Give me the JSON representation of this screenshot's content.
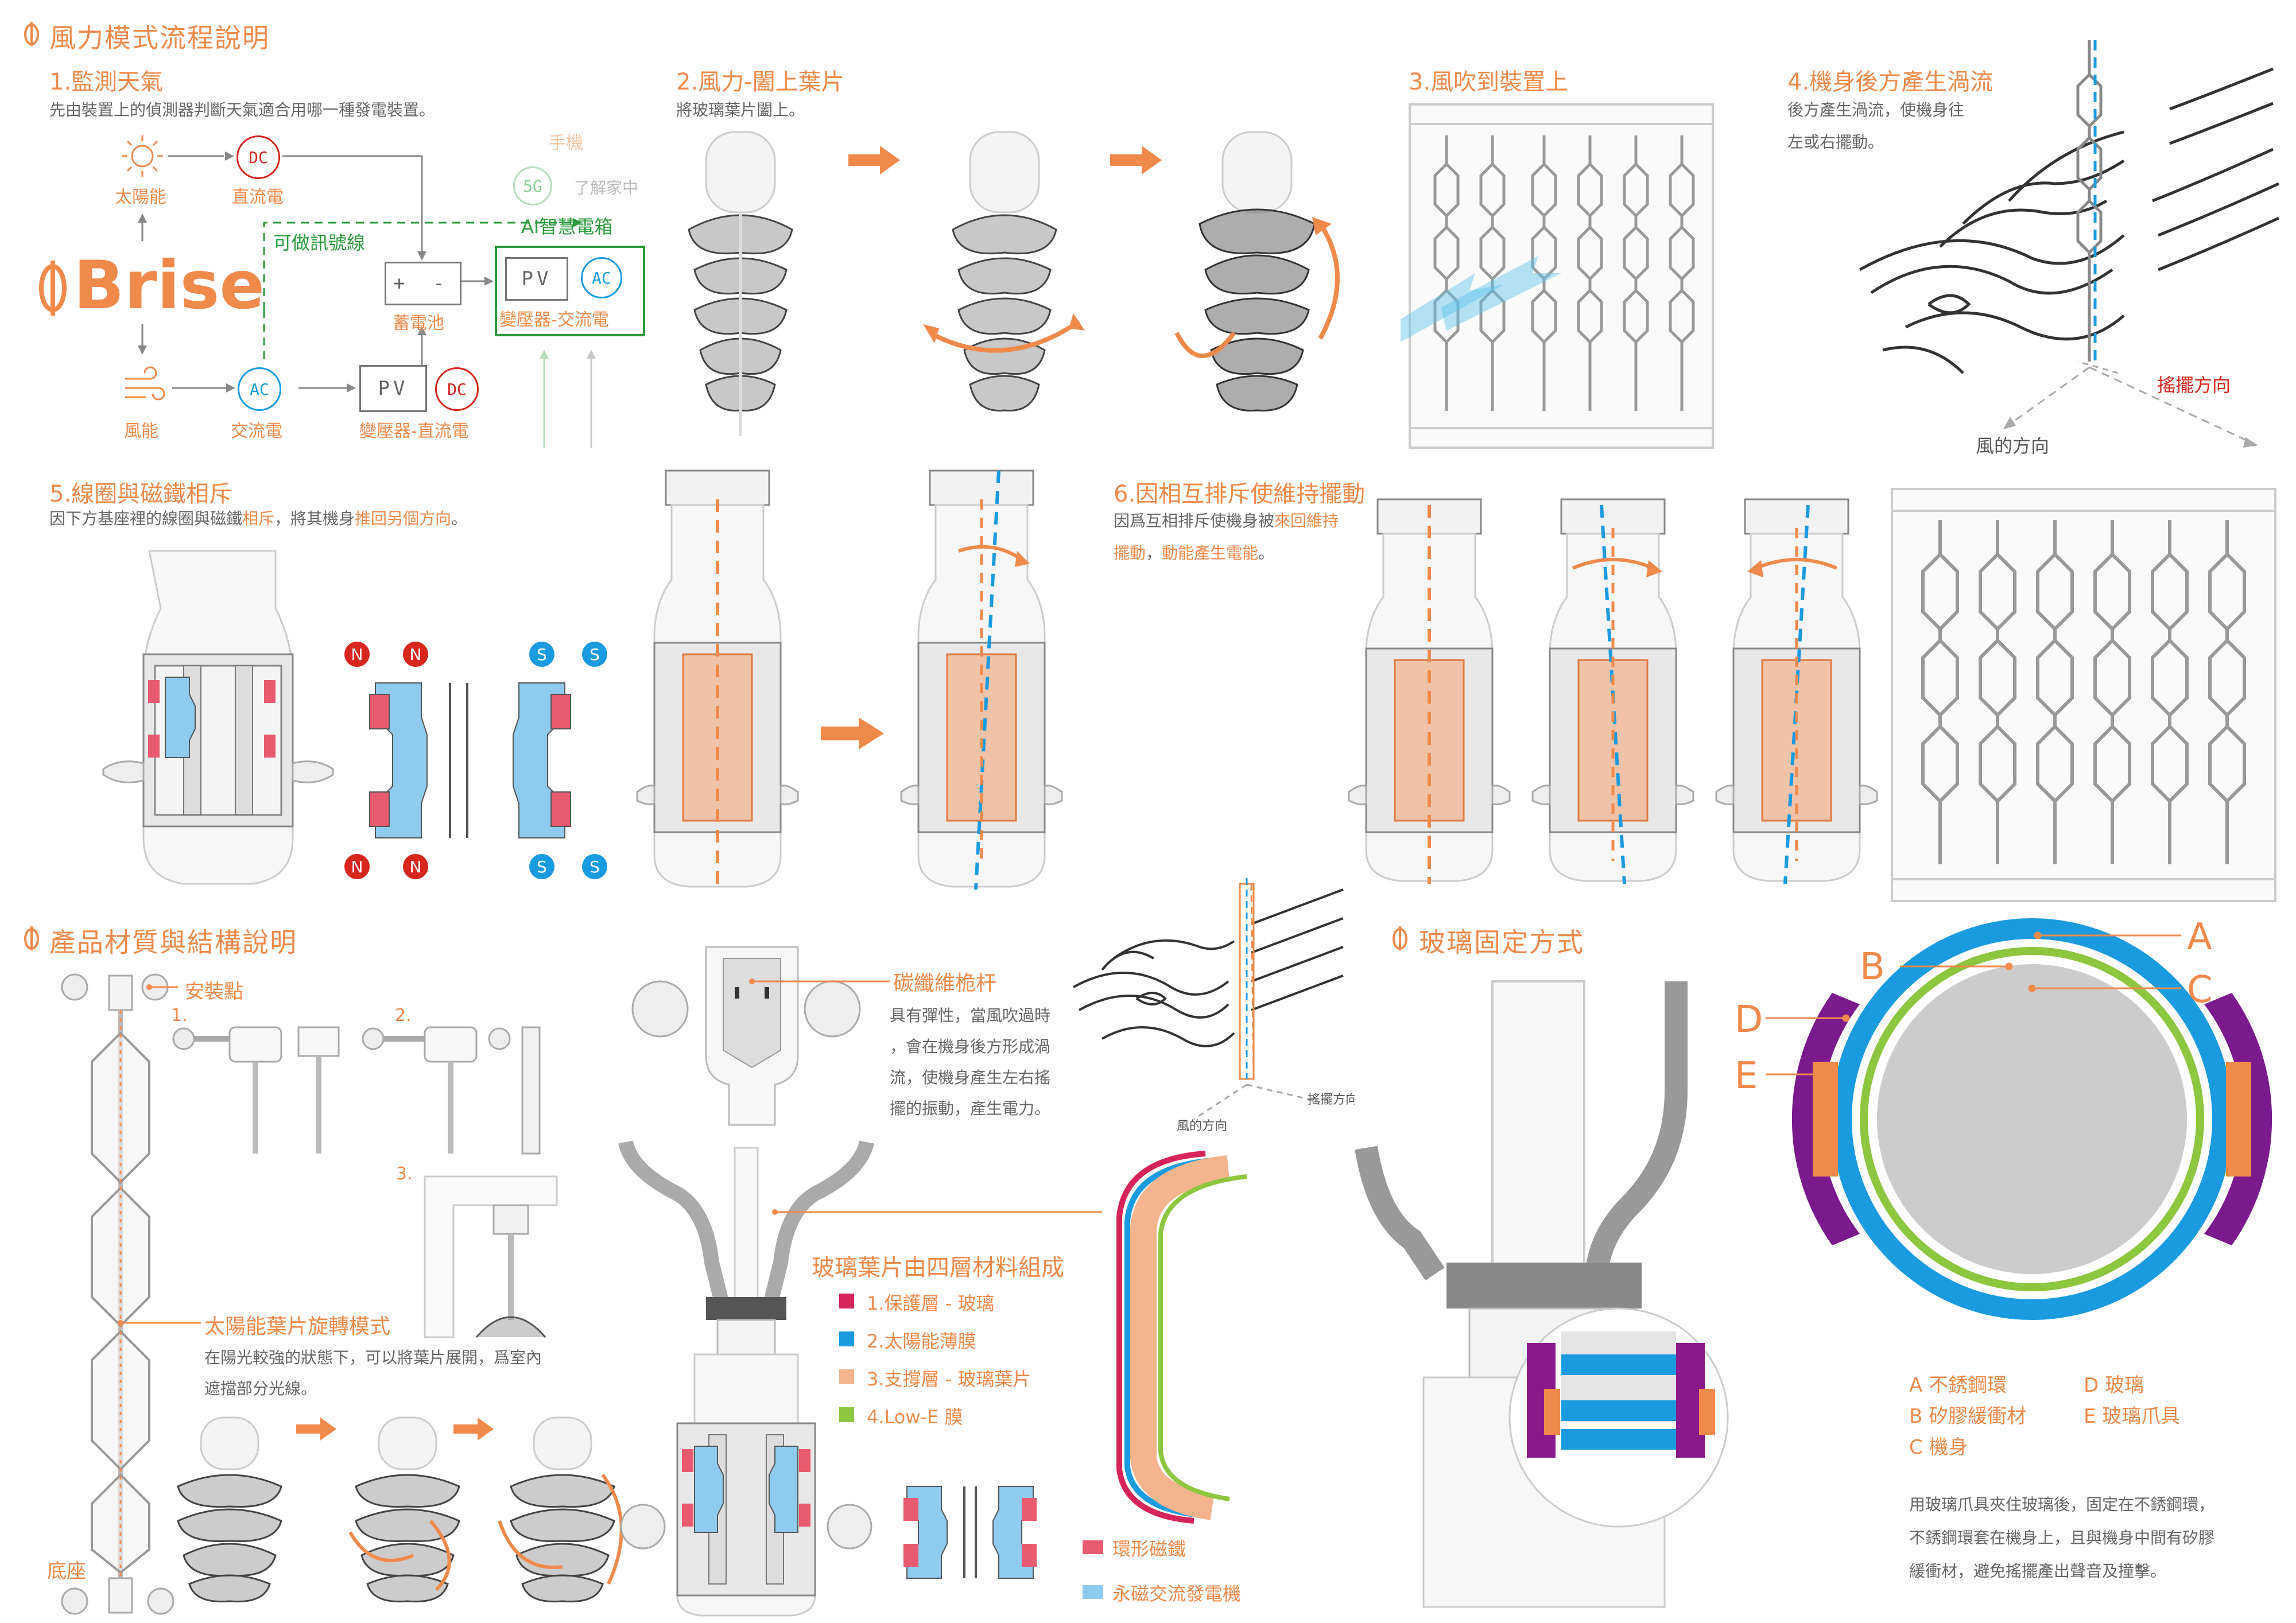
{
  "section1": {
    "title": "風力模式流程說明",
    "step1": {
      "title": "1.監測天氣",
      "desc": "先由裝置上的偵測器判斷天氣適合用哪一種發電裝置。",
      "labels": {
        "solar": "太陽能",
        "dc_top": "直流電",
        "wind": "風能",
        "ac": "交流電",
        "inverter_dc": "變壓器-直流電",
        "battery": "蓄電池",
        "smart_box": "AI智慧電箱",
        "inverter_ac": "變壓器-交流電",
        "signal_line": "可做訊號線",
        "phone": "手機",
        "learn_home": "了解家中",
        "brand": "Brise"
      },
      "badges": {
        "dc": "DC",
        "ac": "AC",
        "pv": "PV",
        "fiveg": "5G",
        "battery_sign": "+ -"
      }
    },
    "step2": {
      "title": "2.風力-闔上葉片",
      "desc": "將玻璃葉片闔上。"
    },
    "step3": {
      "title": "3.風吹到裝置上"
    },
    "step4": {
      "title": "4.機身後方產生渦流",
      "desc_lines": [
        "後方產生渦流，使機身往",
        "左或右擺動。"
      ],
      "swing_dir": "搖擺方向",
      "wind_dir": "風的方向"
    },
    "step5": {
      "title": "5.線圈與磁鐵相斥",
      "desc_a": "因下方基座裡的線圈與磁鐵",
      "desc_b": "相斥",
      "desc_c": "，將其機身",
      "desc_d": "推回另個方向",
      "desc_e": "。",
      "poles": {
        "n": "N",
        "s": "S"
      }
    },
    "step6": {
      "title": "6.因相互排斥使維持擺動",
      "desc_a": "因爲互相排斥使機身被",
      "desc_b": "來回維持",
      "desc_c": "擺動",
      "desc_d": "，",
      "desc_e": "動能產生電能",
      "desc_f": "。"
    }
  },
  "section2": {
    "title": "產品材質與結構說明",
    "mount": "安裝點",
    "base": "底座",
    "steps": [
      "1.",
      "2.",
      "3."
    ],
    "solar_mode": {
      "title": "太陽能葉片旋轉模式",
      "desc_lines": [
        "在陽光較強的狀態下，可以將葉片展開，爲室內",
        "遮擋部分光線。"
      ]
    },
    "carbon": {
      "title": "碳纖維桅杆",
      "desc_lines": [
        "具有彈性，當風吹過時",
        "，會在機身後方形成渦",
        "流，使機身產生左右搖",
        "擺的振動，產生電力。"
      ]
    },
    "vortex_labels": {
      "swing": "搖擺方向",
      "wind": "風的方向"
    },
    "glass_layers": {
      "title": "玻璃葉片由四層材料組成",
      "items": [
        {
          "label": "1.保護層 - 玻璃",
          "color": "#d6245a"
        },
        {
          "label": "2.太陽能薄膜",
          "color": "#1a9be0"
        },
        {
          "label": "3.支撐層 - 玻璃葉片",
          "color": "#f3b48e"
        },
        {
          "label": "4.Low-E 膜",
          "color": "#8dc63f"
        }
      ]
    },
    "magnet_legend": [
      {
        "label": "環形磁鐵",
        "color": "#e85a6f"
      },
      {
        "label": "永磁交流發電機",
        "color": "#8ecbee"
      }
    ]
  },
  "section3": {
    "title": "玻璃固定方式",
    "letters": [
      "A",
      "B",
      "C",
      "D",
      "E"
    ],
    "legend_col1": [
      "A 不銹鋼環",
      "B 矽膠緩衝材",
      "C 機身"
    ],
    "legend_col2": [
      "D 玻璃",
      "E 玻璃爪具"
    ],
    "desc_lines": [
      "用玻璃爪具夾住玻璃後，固定在不銹鋼環，",
      "不銹鋼環套在機身上，且與機身中間有矽膠",
      "緩衝材，避免搖擺產出聲音及撞擊。"
    ]
  },
  "colors": {
    "accent": "#f08a4b",
    "red": "#d7261e",
    "blue": "#1a9be0",
    "green": "#2b9a3e",
    "purple": "#7a1a8c",
    "lime": "#8dc63f",
    "magnet": "#e85a6f",
    "coil": "#8ecbee"
  }
}
